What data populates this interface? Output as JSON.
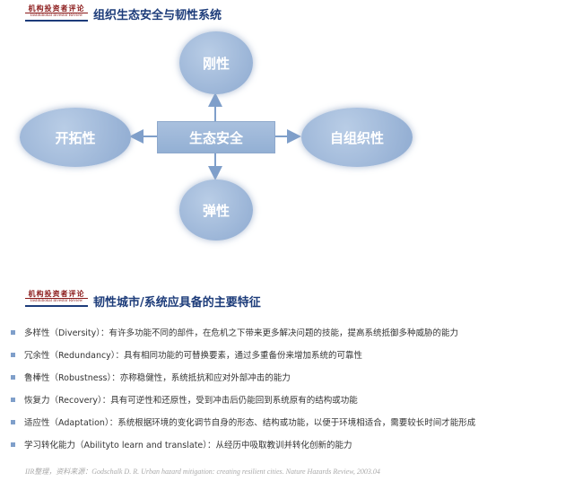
{
  "logo": {
    "cn": "机构投资者评论",
    "en": "Institutional Investor Review"
  },
  "section1": {
    "title": "组织生态安全与韧性系统"
  },
  "diagram": {
    "center": "生态安全",
    "top": "刚性",
    "left": "开拓性",
    "right": "自组织性",
    "bottom": "弹性"
  },
  "section2": {
    "title": "韧性城市/系统应具备的主要特征",
    "features": [
      "多样性（Diversity）：有许多功能不同的部件，在危机之下带来更多解决问题的技能，提高系统抵御多种威胁的能力",
      "冗余性（Redundancy）：具有相同功能的可替换要素，通过多重备份来增加系统的可靠性",
      "鲁棒性（Robustness）：亦称稳健性，系统抵抗和应对外部冲击的能力",
      "恢复力（Recovery）：具有可逆性和还原性，受到冲击后仍能回到系统原有的结构或功能",
      "适应性（Adaptation）：系统根据环境的变化调节自身的形态、结构或功能，以便于环境相适合，需要较长时间才能形成",
      "学习转化能力（Abilityto learn and translate）：从经历中吸取教训并转化创新的能力"
    ]
  },
  "source": "IIR整理，资料来源：Godschalk D. R. Urban hazard mitigation: creating resilient cities. Nature Hazards Review, 2003.04"
}
